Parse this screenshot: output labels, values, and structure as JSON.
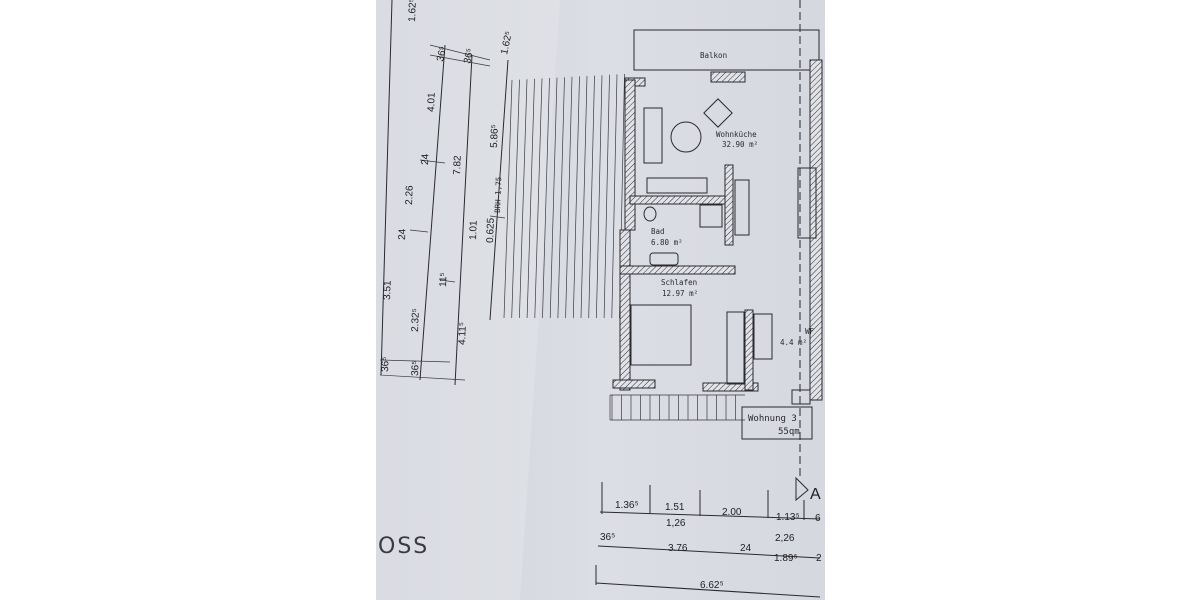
{
  "rooms": {
    "balkon": "Balkon",
    "wohnkueche": {
      "name": "Wohnküche",
      "area": "32.90 m²"
    },
    "bad": {
      "name": "Bad",
      "area": "6.80 m²"
    },
    "schlafen": {
      "name": "Schlafen",
      "area": "12.97 m²"
    },
    "wf": {
      "name": "WF",
      "area": "4.4 m²"
    }
  },
  "unit_label": {
    "name": "Wohnung 3",
    "area": "55qm"
  },
  "section_marker": "A",
  "partial_heading": "OSS",
  "left_dimensions": {
    "line1": [
      "1.62⁵",
      "3.51",
      "36⁵"
    ],
    "line2": [
      "36⁵",
      "4.01",
      "24",
      "2.26",
      "24",
      "2.32⁵",
      "36⁵"
    ],
    "line3": [
      "36⁵",
      "7.82",
      "11⁵",
      "4.11⁵"
    ],
    "line4": [
      "1.62⁵",
      "5.86⁵",
      "1.01",
      "0.625",
      "BRH 1,75"
    ]
  },
  "bottom_dimensions": {
    "row1_top": [
      "1.36⁵",
      "1.51",
      "2.00",
      "1.13⁵",
      "6"
    ],
    "row1_bottom": [
      "1,26",
      "2,26"
    ],
    "row2": [
      "36⁵",
      "3.76",
      "24",
      "1.89⁵",
      "2"
    ],
    "row3": [
      "6.62⁵"
    ]
  },
  "colors": {
    "paper": "#d9dbe2",
    "ink": "#2a2a2e",
    "background": "#ffffff"
  }
}
